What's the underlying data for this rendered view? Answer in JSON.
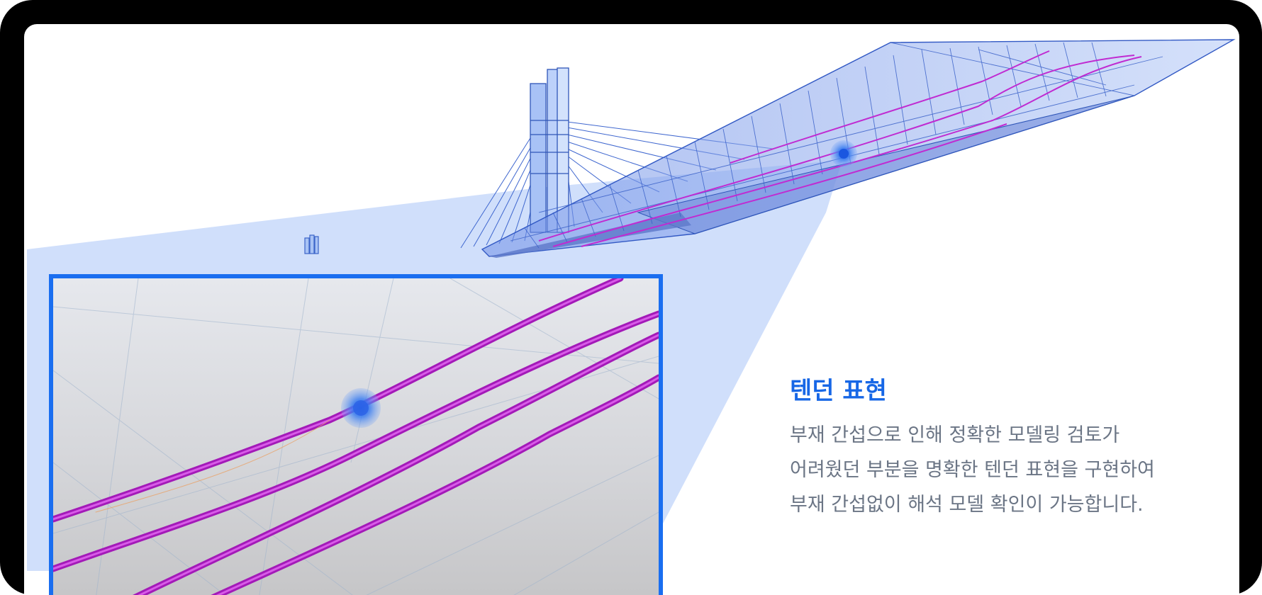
{
  "feature": {
    "title": "텐던 표현",
    "description_lines": [
      "부재 간섭으로 인해 정확한 모델링 검토가",
      "어려웠던 부분을 명확한 텐던 표현을 구현하여",
      "부재 간섭없이 해석 모델 확인이 가능합니다."
    ]
  },
  "colors": {
    "accent": "#1767e6",
    "inset_border": "#1a6ef0",
    "tendon": "#c02bd1",
    "bridge_mesh": "#4d7be8",
    "highlight_marker": "#2f6fe8",
    "body_text": "#6b7585",
    "device_frame": "#000000"
  },
  "illustration": {
    "subject": "cable-stayed-bridge-3d-model",
    "inset": "tendon-closeup-view",
    "marker": "highlight-marker"
  }
}
